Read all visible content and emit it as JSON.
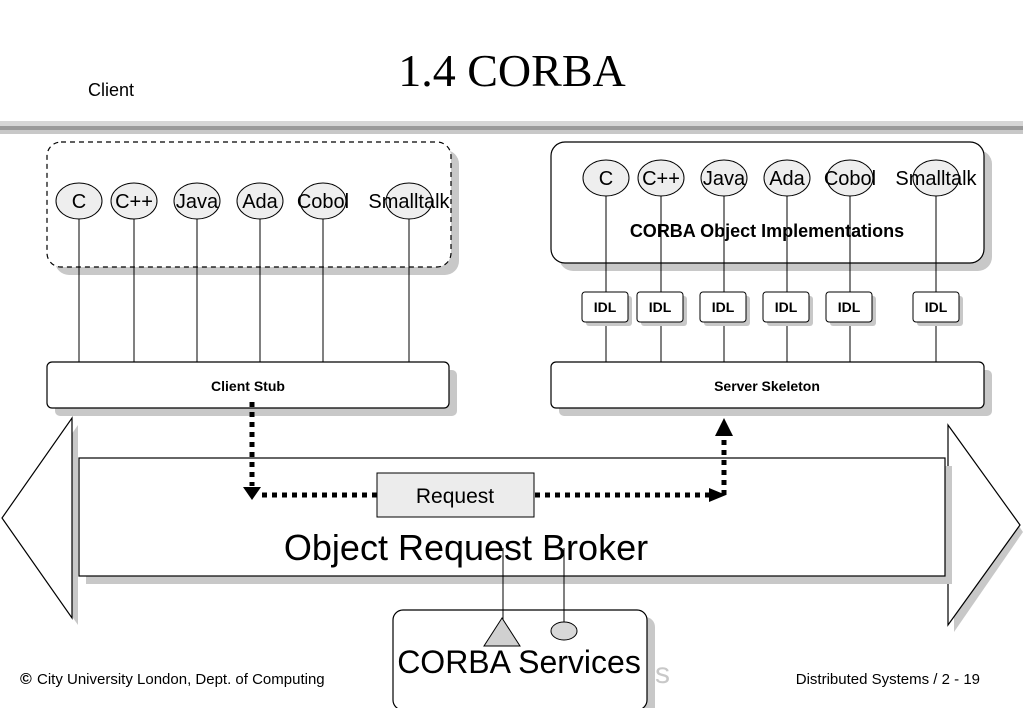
{
  "slide": {
    "title": "1.4 CORBA",
    "client_label": "Client",
    "footer_left": "City University London, Dept. of Computing",
    "footer_copyright": "©",
    "footer_right": "Distributed Systems / 2 - 19"
  },
  "client": {
    "languages": [
      "C",
      "C++",
      "Java",
      "Ada",
      "Cobol",
      "Smalltalk"
    ],
    "stub_label": "Client Stub"
  },
  "server": {
    "languages": [
      "C",
      "C++",
      "Java",
      "Ada",
      "Cobol",
      "Smalltalk"
    ],
    "implementations_label": "CORBA Object Implementations",
    "idl_labels": [
      "IDL",
      "IDL",
      "IDL",
      "IDL",
      "IDL",
      "IDL"
    ],
    "skeleton_label": "Server Skeleton"
  },
  "orb": {
    "request_label": "Request",
    "broker_label": "Object Request Broker"
  },
  "services": {
    "label": "CORBA Services",
    "shadow_fragment": "s"
  },
  "colors": {
    "ellipse_fill": "#eeeeee",
    "shadow": "#c8c8c8",
    "rule_dark": "#9a9a9a",
    "rule_light": "#d6d6d6",
    "request_fill": "#ececec",
    "stroke": "#000000"
  }
}
